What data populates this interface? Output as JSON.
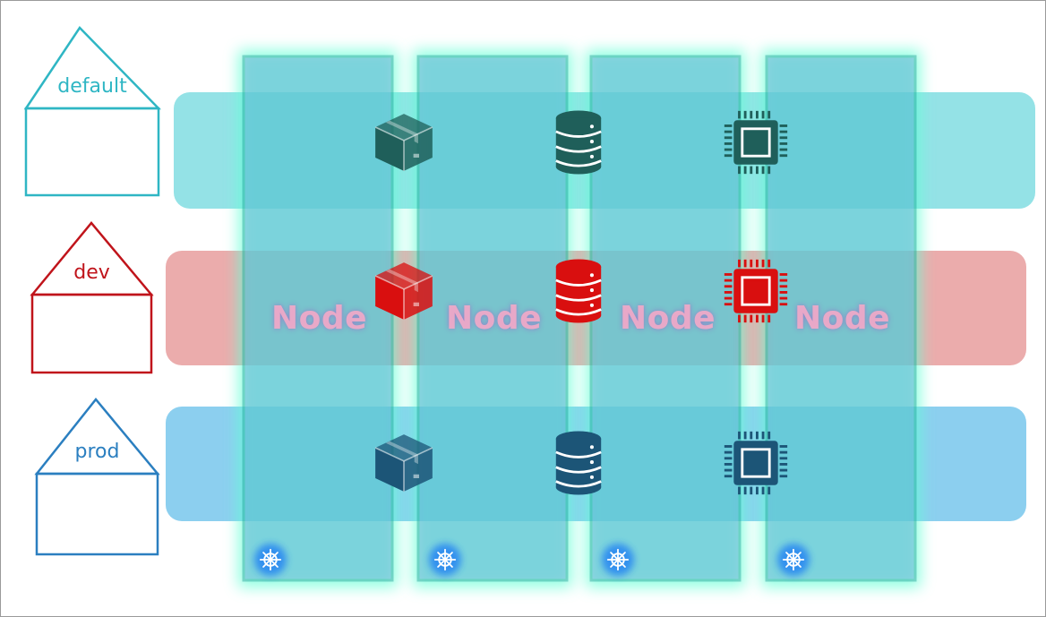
{
  "namespaces": [
    {
      "name": "default",
      "color": "#2fb6c4",
      "band_color": "#4ccfd6"
    },
    {
      "name": "dev",
      "color": "#c0141b",
      "band_color": "#d86060"
    },
    {
      "name": "prod",
      "color": "#2b7fc0",
      "band_color": "#2ea8e2"
    }
  ],
  "nodes": [
    {
      "label": "Node"
    },
    {
      "label": "Node"
    },
    {
      "label": "Node"
    },
    {
      "label": "Node"
    }
  ],
  "resource_icons": [
    "package-icon",
    "database-icon",
    "cpu-chip-icon"
  ],
  "icon_colors": {
    "default": "#1f5f5a",
    "dev": "#d90f0f",
    "prod": "#1c5577"
  },
  "node_footer_icon": "kubernetes-helm-icon",
  "node_glow_color": "#63ffd6"
}
